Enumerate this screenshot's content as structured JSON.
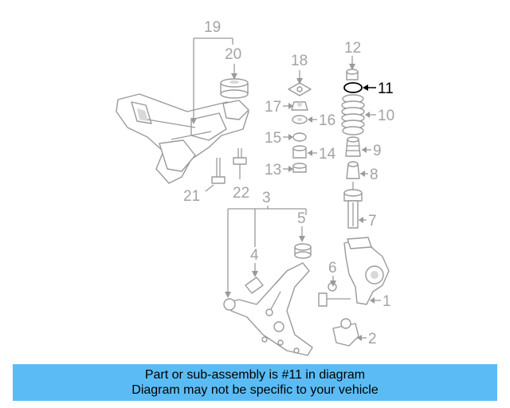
{
  "diagram": {
    "callouts": {
      "c1": "1",
      "c2": "2",
      "c3": "3",
      "c4": "4",
      "c5": "5",
      "c6": "6",
      "c7": "7",
      "c8": "8",
      "c9": "9",
      "c10": "10",
      "c11": "11",
      "c12": "12",
      "c13": "13",
      "c14": "14",
      "c15": "15",
      "c16": "16",
      "c17": "17",
      "c18": "18",
      "c19": "19",
      "c20": "20",
      "c21": "21",
      "c22": "22"
    },
    "highlighted_part": "11",
    "colors": {
      "parts": "#9a9a9a",
      "highlight": "#000000",
      "banner": "#5bbcf5"
    }
  },
  "banner": {
    "line1": "Part or sub-assembly is #11 in diagram",
    "line2": "Diagram may not be specific to your vehicle"
  }
}
